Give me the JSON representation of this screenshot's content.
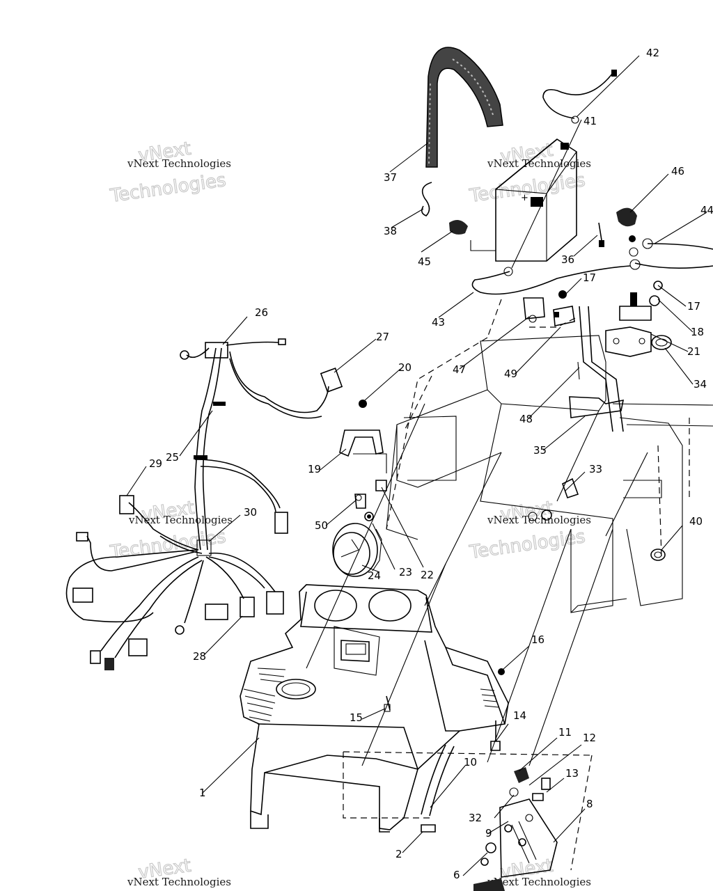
{
  "watermark": {
    "brand_top": "vNext",
    "line": "vNext Technologies",
    "big": "Technologies"
  },
  "callouts": [
    "1",
    "2",
    "6",
    "8",
    "9",
    "10",
    "11",
    "12",
    "13",
    "14",
    "15",
    "16",
    "17",
    "17",
    "18",
    "19",
    "20",
    "21",
    "22",
    "23",
    "24",
    "25",
    "26",
    "27",
    "28",
    "29",
    "30",
    "32",
    "33",
    "34",
    "35",
    "36",
    "37",
    "38",
    "40",
    "41",
    "42",
    "43",
    "44",
    "45",
    "46",
    "47",
    "48",
    "49",
    "50"
  ]
}
